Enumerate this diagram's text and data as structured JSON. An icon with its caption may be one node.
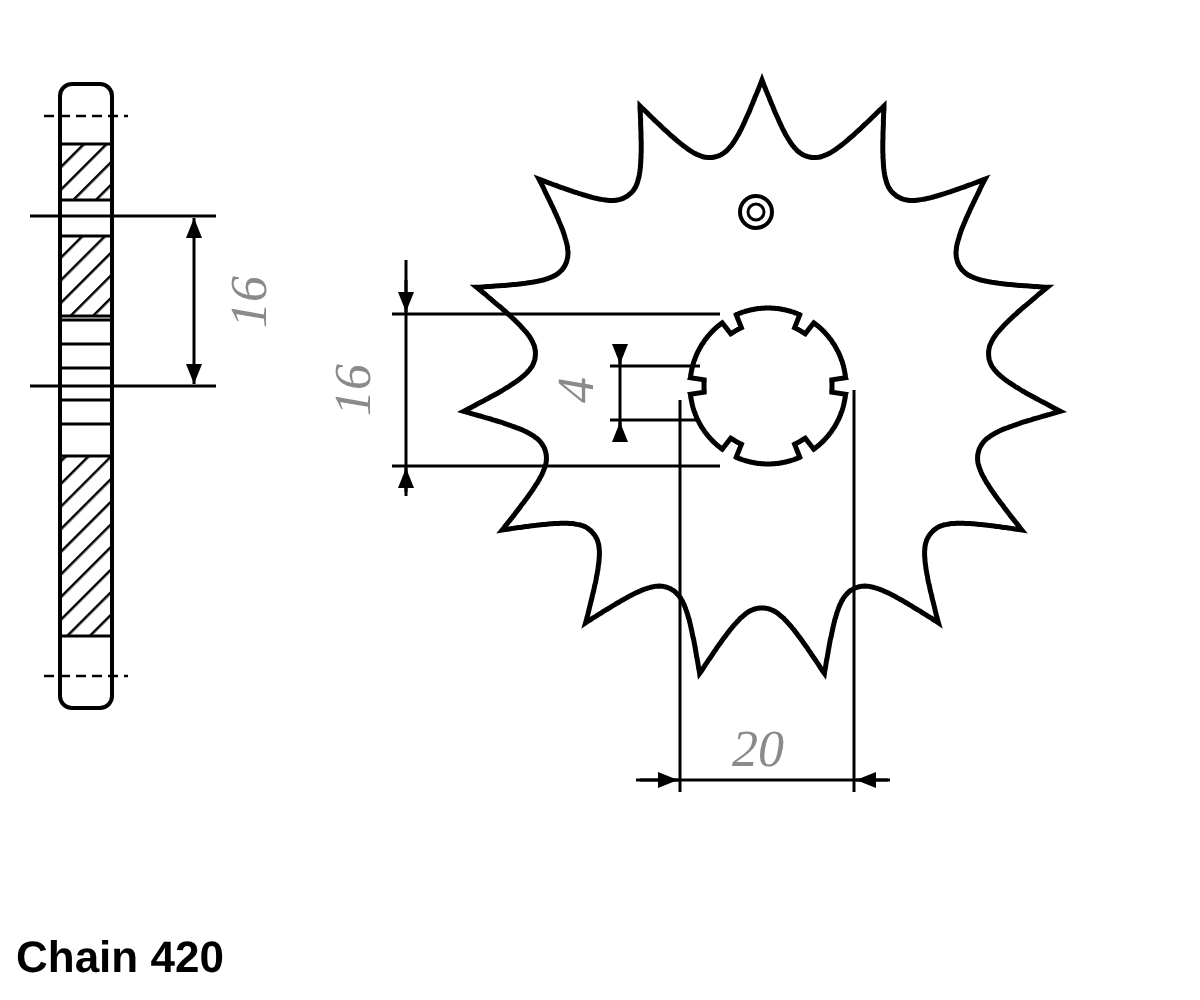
{
  "diagram": {
    "labels": [
      "16",
      "16",
      "4",
      "20",
      "Chain 420"
    ]
  }
}
